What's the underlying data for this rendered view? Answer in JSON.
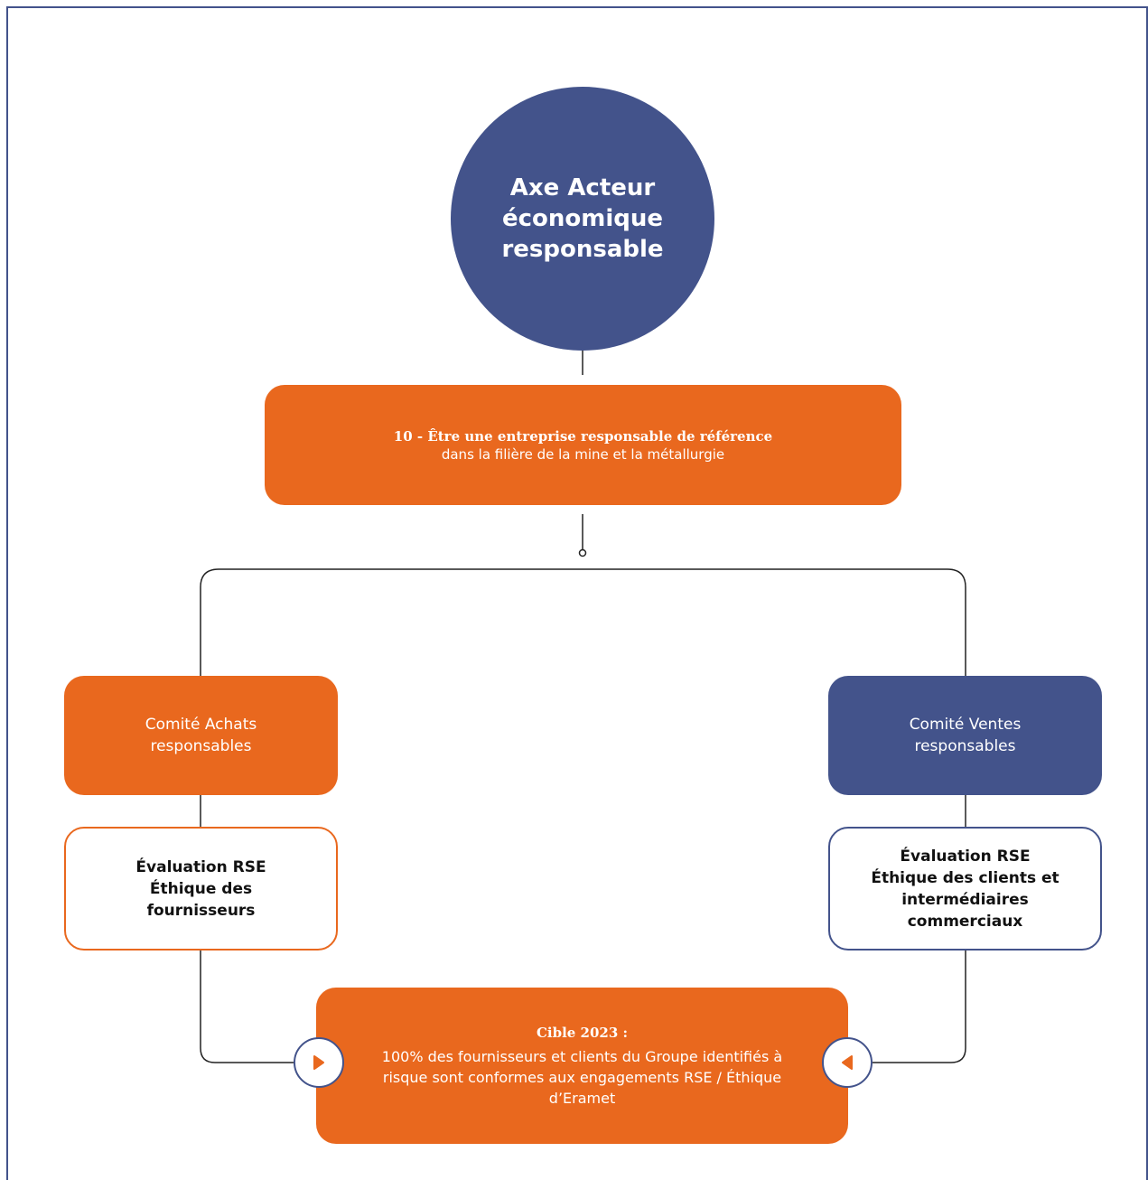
{
  "central": {
    "title": "Axe Acteur économique responsable"
  },
  "goal": {
    "title": "10 - Être une entreprise responsable de référence",
    "subtitle": "dans la filière de la mine et la métallurgie"
  },
  "left_branch": {
    "committee": "Comité Achats responsables",
    "evaluation": "Évaluation RSE Éthique des fournisseurs"
  },
  "right_branch": {
    "committee": "Comité Ventes responsables",
    "evaluation": "Évaluation RSE Éthique des clients et intermédiaires commerciaux"
  },
  "target": {
    "title": "Cible 2023 :",
    "text": "100% des fournisseurs et clients du Groupe identifiés à risque sont conformes aux engagements RSE / Éthique d’Eramet"
  },
  "colors": {
    "orange": "#e9681e",
    "navy": "#43538b"
  },
  "icons": {
    "left_arrow_icon": "triangle-right",
    "right_arrow_icon": "triangle-left"
  }
}
